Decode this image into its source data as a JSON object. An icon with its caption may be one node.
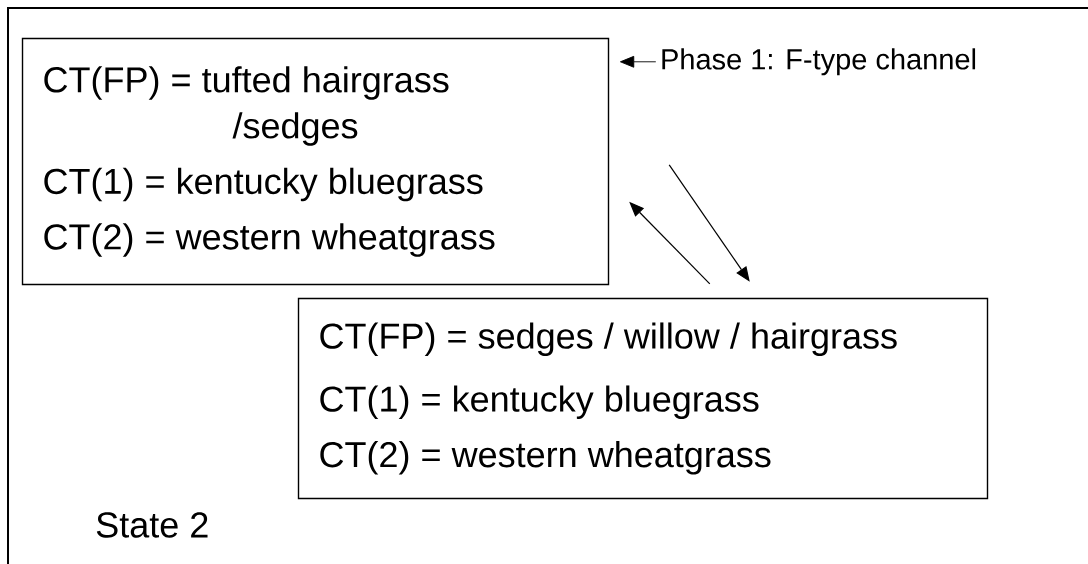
{
  "diagram": {
    "nodes": [
      {
        "text": [
          "State 2"
        ]
      },
      {
        "text": [
          "CT(FP) = tufted hairgrass /sedges",
          "CT(1) = kentucky bluegrass",
          "CT(2) = western wheatgrass"
        ],
        "in": 0
      },
      {
        "text": [
          "CT(FP) = sedges / willow / hairgrass",
          "CT(1) = kentucky bluegrass",
          "CT(2) = western wheatgrass"
        ],
        "in": 0
      },
      {
        "text": [
          "Phase 1: F-type channel"
        ],
        "in": 0
      }
    ],
    "edges": [
      {
        "from": 1,
        "to": 2,
        "arrow": "to"
      },
      {
        "from": 2,
        "to": 1,
        "arrow": "to"
      },
      {
        "from": 3,
        "to": 1,
        "arrow": "to"
      }
    ]
  }
}
